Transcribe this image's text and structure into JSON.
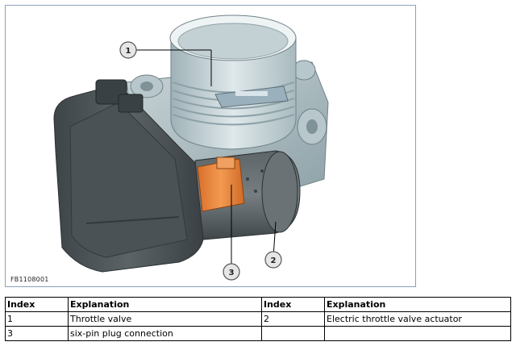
{
  "figure": {
    "code": "FB1108001",
    "callouts": [
      "1",
      "2",
      "3"
    ]
  },
  "legend": {
    "headers": [
      "Index",
      "Explanation",
      "Index",
      "Explanation"
    ],
    "rows": [
      [
        "1",
        "Throttle valve",
        "2",
        "Electric throttle valve actuator"
      ],
      [
        "3",
        "six-pin plug connection",
        "",
        ""
      ]
    ]
  },
  "colors": {
    "housing_dark": "#4d5457",
    "housing_light": "#c8d4d8",
    "connector_orange": "#e8823a",
    "callout_fill": "#e6e6e6"
  }
}
